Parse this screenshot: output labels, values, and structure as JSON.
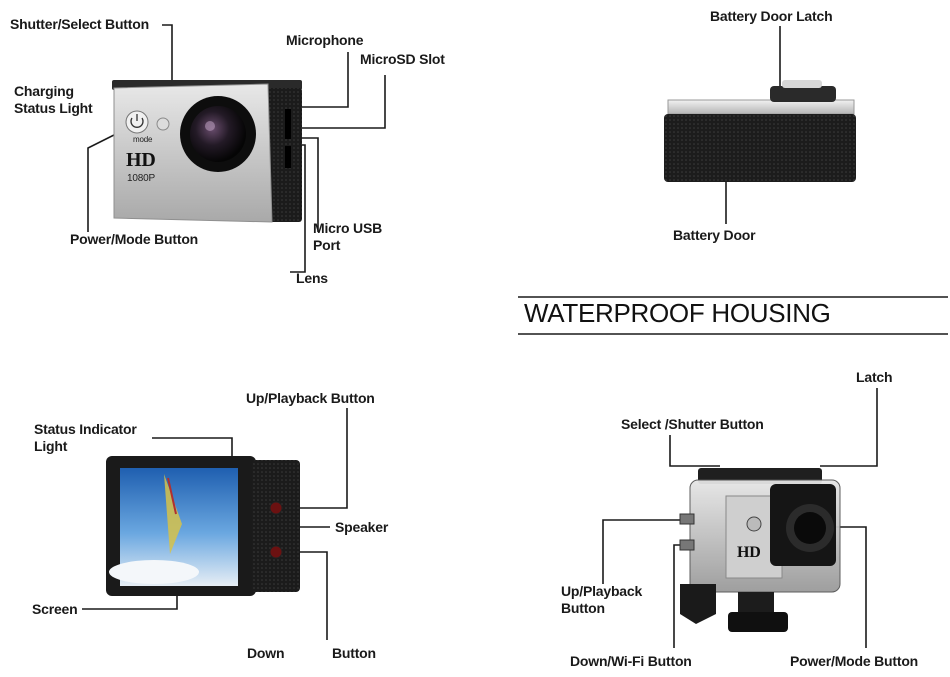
{
  "labels": {
    "shutter_select_button": "Shutter/Select Button",
    "charging_status_light": [
      "Charging",
      "Status Light"
    ],
    "microphone": "Microphone",
    "microsd_slot": "MicroSD Slot",
    "power_mode_button": "Power/Mode Button",
    "micro_usb_port": [
      "Micro USB",
      "Port"
    ],
    "lens": "Lens",
    "battery_door_latch": "Battery Door Latch",
    "battery_door": "Battery Door",
    "status_indicator_light": [
      "Status Indicator",
      "Light"
    ],
    "up_playback_button": "Up/Playback Button",
    "speaker": "Speaker",
    "screen": "Screen",
    "down": "Down",
    "button": "Button",
    "latch": "Latch",
    "select_shutter_button": "Select /Shutter Button",
    "up_playback_button_housing": [
      "Up/Playback",
      "Button"
    ],
    "down_wifi_button": "Down/Wi-Fi Button",
    "power_mode_button_housing": "Power/Mode Button"
  },
  "section_title": "WATERPROOF HOUSING",
  "camera_marks": {
    "hd": "HD",
    "resolution": "1080P",
    "mode": "mode"
  },
  "colors": {
    "line": "#1a1a1a",
    "body_black": "#1e1e1e",
    "silver": "#d9d9d9"
  }
}
